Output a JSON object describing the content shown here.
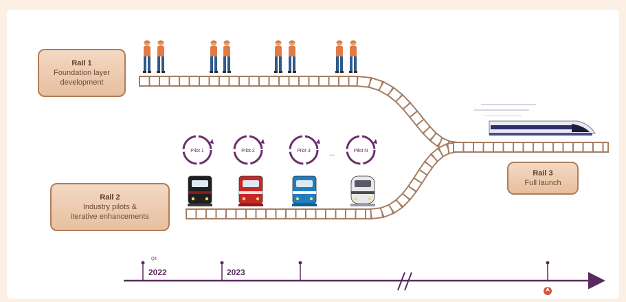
{
  "rails": {
    "rail1": {
      "title": "Rail 1",
      "desc_line1": "Foundation layer",
      "desc_line2": "development"
    },
    "rail2": {
      "title": "Rail 2",
      "desc_line1": "Industry pilots &",
      "desc_line2": "iterative enhancements"
    },
    "rail3": {
      "title": "Rail 3",
      "desc_line1": "Full launch"
    }
  },
  "pilots": [
    "Pilot 1",
    "Pilot 2",
    "Pilot 3",
    "Pilot N"
  ],
  "pilot_ellipsis": "...",
  "timeline": {
    "marker_small_label": "Q4",
    "year_1": "2022",
    "year_2": "2023"
  },
  "colors": {
    "track": "#a47e63",
    "tie": "#ffffff",
    "timeline": "#5a2a5e",
    "pilot_ring": "#6b2f6b",
    "launch_marker": "#d9543b"
  },
  "icons": {
    "workers": "worker-pair-icon",
    "trains": [
      "steam-locomotive-icon",
      "red-diesel-locomotive-icon",
      "blue-locomotive-icon",
      "white-bullet-locomotive-icon"
    ],
    "bullet_train": "high-speed-train-icon",
    "launch": "rocket-icon"
  }
}
